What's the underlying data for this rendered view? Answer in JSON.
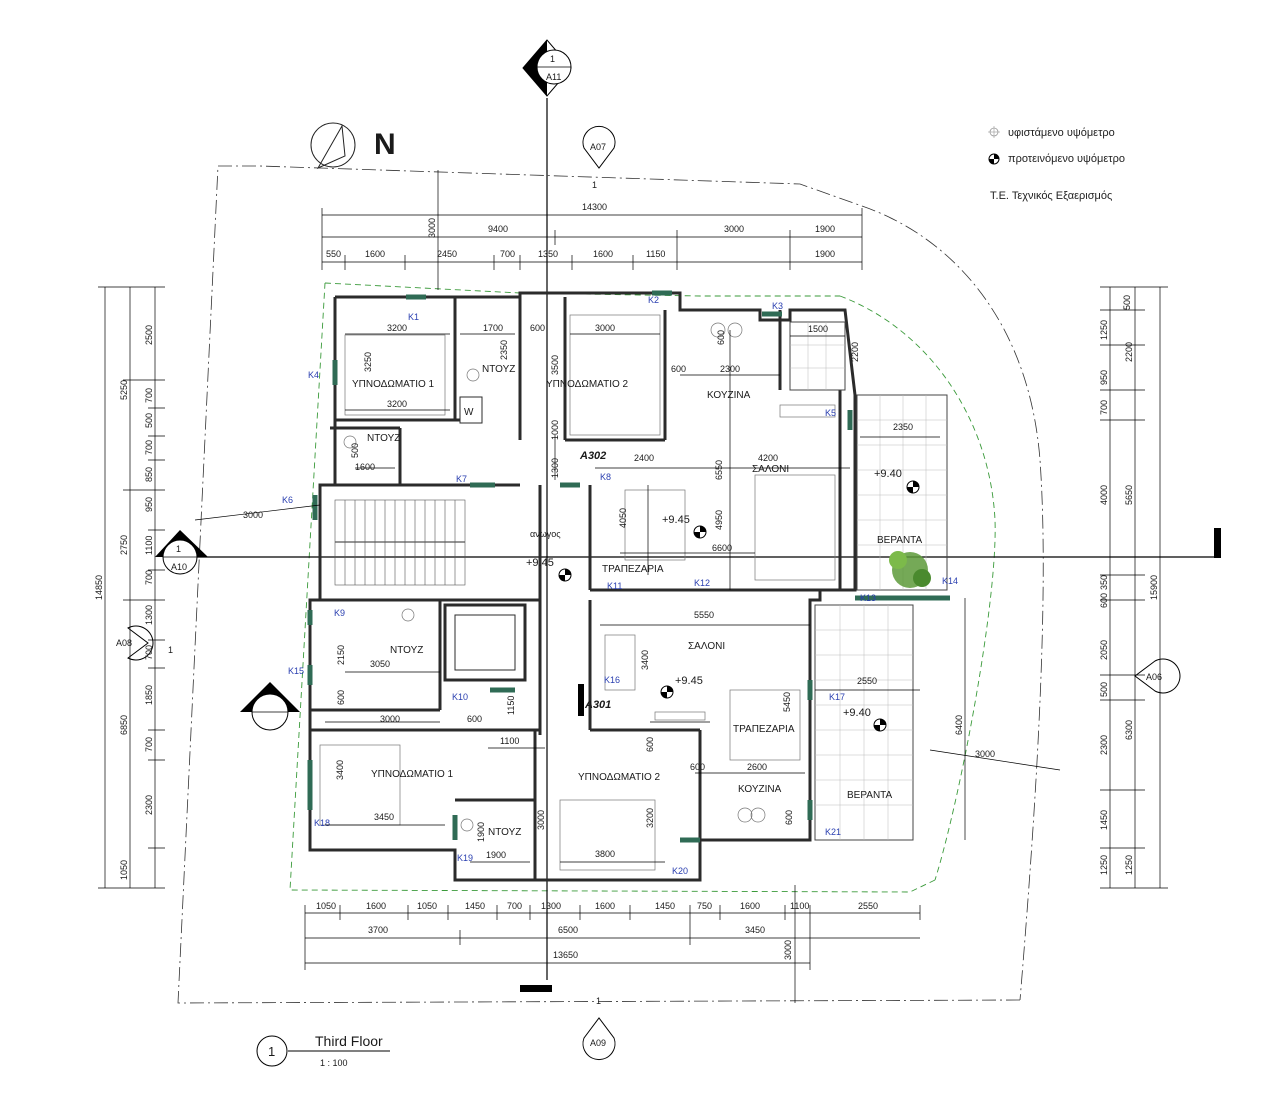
{
  "legend": {
    "existing_level": "υφιστάμενο υψόμετρο",
    "proposed_level": "προτεινόμενο υψόμετρο",
    "te_note": "Τ.Ε. Τεχνικός Εξαερισμός"
  },
  "north_label": "N",
  "section_markers": {
    "top": {
      "num": "1",
      "ref": "A11"
    },
    "left": {
      "num": "1",
      "ref": "A10"
    },
    "elev_top": "A07",
    "elev_bottom": "A09",
    "elev_left": "A08",
    "elev_right": "A06",
    "plot_line_top": "1",
    "plot_line_bottom": "1",
    "plot_line_left": "1"
  },
  "apartments": {
    "a302": "A302",
    "a301": "A301"
  },
  "rooms": {
    "bedroom1_top": "ΥΠΝΟΔΩΜΑΤΙΟ 1",
    "shower_top": "ΝΤΟΥΖ",
    "bedroom2_top": "ΥΠΝΟΔΩΜΑΤΙΟ 2",
    "kitchen_top": "ΚΟΥΖΙΝΑ",
    "shower_top2": "ΝΤΟΥΖ",
    "living_top": "ΣΑΛΟΝΙ",
    "dining_top": "ΤΡΑΠΕΖΑΡΙΑ",
    "veranda_top": "ΒΕΡΑΝΤΑ",
    "shower_bottom": "ΝΤΟΥΖ",
    "living_bottom": "ΣΑΛΟΝΙ",
    "dining_bottom": "ΤΡΑΠΕΖΑΡΙΑ",
    "bedroom1_bottom": "ΥΠΝΟΔΩΜΑΤΙΟ 1",
    "bedroom2_bottom": "ΥΠΝΟΔΩΜΑΤΙΟ 2",
    "kitchen_bottom": "ΚΟΥΖΙΝΑ",
    "shower_bottom2": "ΝΤΟΥΖ",
    "veranda_bottom": "ΒΕΡΑΝΤΑ",
    "w": "W",
    "lift_note": "ανωγος"
  },
  "levels": {
    "l1": "+9.40",
    "l2": "+9.45",
    "l3": "+9.45",
    "l4": "+9.45",
    "l5": "+9.40"
  },
  "tags": {
    "K1": "K1",
    "K2": "K2",
    "K3": "K3",
    "K4": "K4",
    "K5": "K5",
    "K6": "K6",
    "K7": "K7",
    "K8": "K8",
    "K9": "K9",
    "K10": "K10",
    "K11": "K11",
    "K12": "K12",
    "K13": "K13",
    "K14": "K14",
    "K15": "K15",
    "K16": "K16",
    "K17": "K17",
    "K18": "K18",
    "K19": "K19",
    "K20": "K20",
    "K21": "K21"
  },
  "dims_top": {
    "overall": "14300",
    "row2": [
      "9400",
      "3000",
      "1900"
    ],
    "row3": [
      "550",
      "1600",
      "2450",
      "700",
      "1350",
      "1600",
      "1150",
      "1900"
    ],
    "vertical_3000": "3000"
  },
  "dims_left": {
    "overall": "14850",
    "col2": [
      "5250",
      "2750",
      "6850"
    ],
    "col3": [
      "2500",
      "700",
      "500",
      "700",
      "850",
      "950",
      "1100",
      "700",
      "1300",
      "700",
      "1850",
      "700",
      "2300",
      "1050"
    ],
    "site": "3000"
  },
  "dims_right": {
    "overall": "15900",
    "col2": [
      "5650",
      "6300",
      "1250"
    ],
    "col3": [
      "500",
      "1250",
      "2200",
      "950",
      "700",
      "4000",
      "350",
      "600",
      "2050",
      "500",
      "2300",
      "1450",
      "1250"
    ],
    "site": "3000",
    "veranda": "6400"
  },
  "dims_bottom": {
    "row1": [
      "1050",
      "1600",
      "1050",
      "1450",
      "700",
      "1300",
      "1600",
      "1450",
      "750",
      "1600",
      "1100",
      "2550"
    ],
    "row2": [
      "3700",
      "6500",
      "3450"
    ],
    "overall": "13650",
    "site": "3000"
  },
  "dims_interior": {
    "d3200a": "3200",
    "d3250": "3250",
    "d3200b": "3200",
    "d1700": "1700",
    "d2350": "2350",
    "d600a": "600",
    "d3000a": "3000",
    "d3500": "3500",
    "d600b": "600",
    "d600c": "600",
    "d2300": "2300",
    "d1500": "1500",
    "d2200": "2200",
    "d2350b": "2350",
    "d4200": "4200",
    "d2400": "2400",
    "d6550": "6550",
    "d4950": "4950",
    "d4050": "4050",
    "d6600": "6600",
    "d1300": "1300",
    "d1600": "1600",
    "d500": "500",
    "d1000": "1000",
    "d5550": "5550",
    "d3400a": "3400",
    "d5450": "5450",
    "d2550": "2550",
    "d2150": "2150",
    "d3050": "3050",
    "d600d": "600",
    "d3000b": "3000",
    "d600e": "600",
    "d1150": "1150",
    "d1100": "1100",
    "d3400b": "3400",
    "d3450": "3450",
    "d1900a": "1900",
    "d1900b": "1900",
    "d3000c": "3000",
    "d3200c": "3200",
    "d3800": "3800",
    "d600f": "600",
    "d2600": "2600",
    "d600g": "600",
    "d600h": "600"
  },
  "title": {
    "num": "1",
    "name": "Third Floor",
    "scale": "1 : 100"
  },
  "colors": {
    "wall": "#2b2b2b",
    "green_wall": "#2f6b55",
    "tag": "#2a3fb0",
    "dashed": "#3a9a3a"
  }
}
